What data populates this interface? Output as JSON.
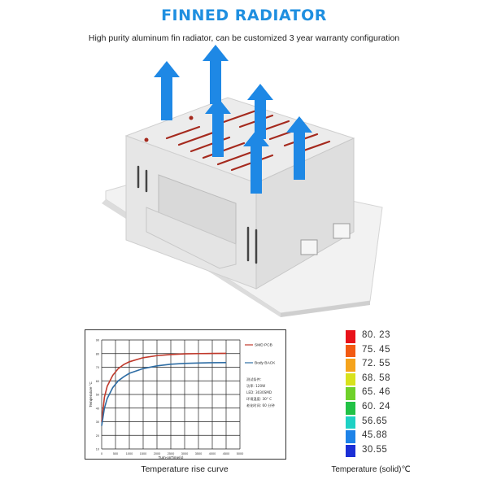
{
  "header": {
    "title": "FINNED RADIATOR",
    "subtitle": "High purity aluminum fin radiator, can be customized 3 year warranty configuration"
  },
  "product": {
    "icon": "finned-radiator-illustration",
    "accent_arrow_color": "#1e88e5",
    "body_color": "#eeeeee",
    "slot_color": "#a52a1e"
  },
  "chart_data": {
    "type": "line",
    "title": "",
    "xlabel": "Turn-onTime(s)",
    "ylabel": "Temperature °C",
    "x_ticks": [
      "0",
      "500",
      "1000",
      "1500",
      "2000",
      "2500",
      "3000",
      "3500",
      "4000",
      "4500",
      "5000"
    ],
    "y_ticks": [
      "10",
      "20",
      "30",
      "40",
      "50",
      "60",
      "70",
      "80",
      "90"
    ],
    "xlim": [
      0,
      5000
    ],
    "ylim": [
      10,
      90
    ],
    "grid": true,
    "legend_position": "right",
    "series": [
      {
        "name": "SMD PCB",
        "color": "#c0392b",
        "x": [
          0,
          100,
          200,
          400,
          600,
          800,
          1000,
          1500,
          2000,
          2500,
          3000,
          3500,
          4000,
          4500
        ],
        "y": [
          30,
          48,
          56,
          64,
          69,
          72,
          74,
          77,
          78.5,
          79.3,
          79.8,
          80.0,
          80.1,
          80.2
        ]
      },
      {
        "name": "Body BACK",
        "color": "#2e6da4",
        "x": [
          0,
          100,
          200,
          400,
          600,
          800,
          1000,
          1500,
          2000,
          2500,
          3000,
          3500,
          4000,
          4500
        ],
        "y": [
          27,
          40,
          47,
          55,
          60,
          63,
          65.5,
          69,
          71,
          72.2,
          72.8,
          73.1,
          73.3,
          73.4
        ]
      }
    ],
    "notes": [
      "测试条件：",
      "功率: 120W",
      "LED: 3030SMD",
      "环境温度: 30° C",
      "老化时间: 60 分钟"
    ]
  },
  "chart_caption": "Temperature rise curve",
  "temperature_scale": {
    "caption": "Temperature (solid)℃",
    "levels": [
      {
        "label": "80. 23",
        "color": "#e8121a"
      },
      {
        "label": "75. 45",
        "color": "#f25a12"
      },
      {
        "label": "72. 55",
        "color": "#f5a31c"
      },
      {
        "label": "68. 58",
        "color": "#d8e21c"
      },
      {
        "label": "65. 46",
        "color": "#6fd12a"
      },
      {
        "label": "60. 24",
        "color": "#22c246"
      },
      {
        "label": "56.65",
        "color": "#1ed1c4"
      },
      {
        "label": "45.88",
        "color": "#1d83e8"
      },
      {
        "label": "30.55",
        "color": "#1b2fd6"
      }
    ]
  }
}
